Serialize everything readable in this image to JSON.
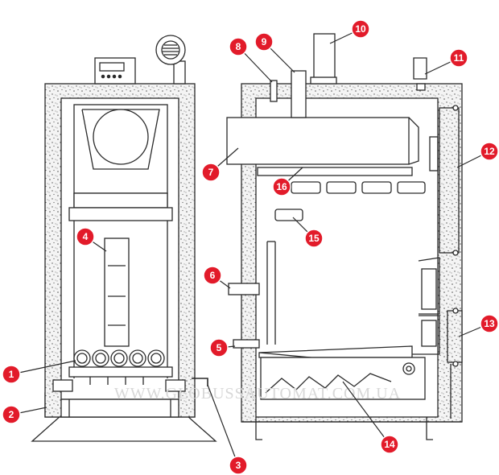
{
  "diagram": {
    "watermark": "WWW.GLOBUSSAUTOMAT.COM.UA",
    "controller_display": "",
    "callouts": [
      {
        "id": "1",
        "label": "1"
      },
      {
        "id": "2",
        "label": "2"
      },
      {
        "id": "3",
        "label": "3"
      },
      {
        "id": "4",
        "label": "4"
      },
      {
        "id": "5",
        "label": "5"
      },
      {
        "id": "6",
        "label": "6"
      },
      {
        "id": "7",
        "label": "7"
      },
      {
        "id": "8",
        "label": "8"
      },
      {
        "id": "9",
        "label": "9"
      },
      {
        "id": "10",
        "label": "10"
      },
      {
        "id": "11",
        "label": "11"
      },
      {
        "id": "12",
        "label": "12"
      },
      {
        "id": "13",
        "label": "13"
      },
      {
        "id": "14",
        "label": "14"
      },
      {
        "id": "15",
        "label": "15"
      },
      {
        "id": "16",
        "label": "16"
      }
    ],
    "colors": {
      "callout_fill": "#e21b2a",
      "line": "#2a2a2a",
      "insulation": "#f4f4f4",
      "speckle": "#555555",
      "panel": "#ffffff",
      "watermark": "#d8d8d8"
    }
  }
}
